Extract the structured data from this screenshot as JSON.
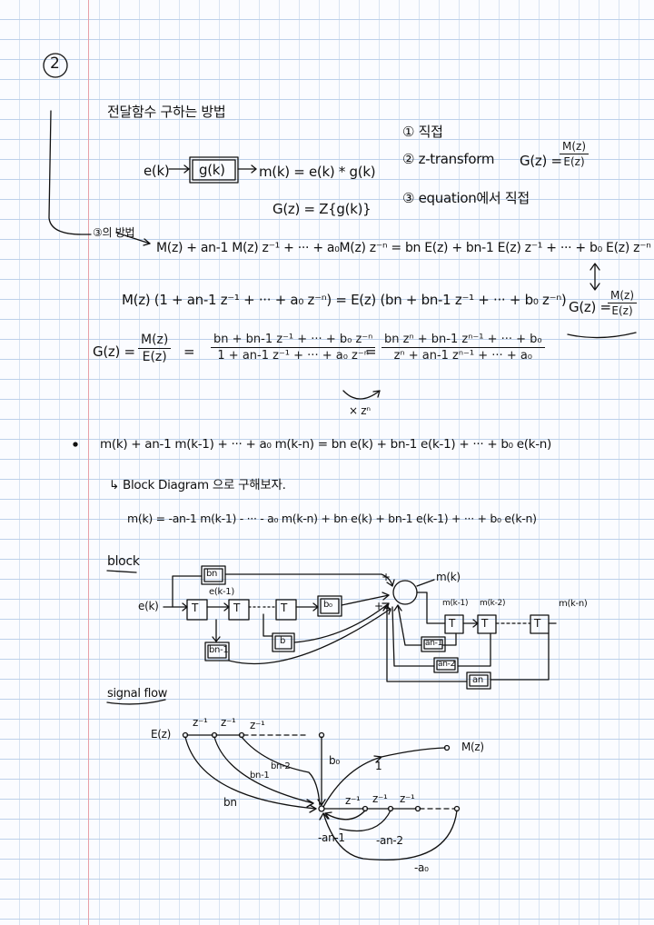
{
  "page": {
    "circle_number": "2",
    "title": "전달함수 구하는 방법"
  },
  "methods": {
    "m1": "① 직접",
    "m2": "② z-transform",
    "m2_eq_lhs": "G(z) =",
    "m2_num": "M(z)",
    "m2_den": "E(z)",
    "m3": "③ equation에서 직접"
  },
  "first_block": {
    "input": "e(k)",
    "box": "g(k)",
    "output_eq": "m(k) = e(k) * g(k)",
    "g_eq": "G(z) = Z{g(k)}"
  },
  "method3": {
    "label": "③의 방법",
    "eq1": "M(z) + an-1 M(z) z⁻¹ + ··· + a₀M(z) z⁻ⁿ = bn E(z) + bn-1 E(z) z⁻¹ + ··· + b₀ E(z) z⁻ⁿ",
    "eq2": "M(z) (1 + an-1 z⁻¹ + ··· + a₀ z⁻ⁿ) = E(z) (bn + bn-1 z⁻¹ + ··· + b₀ z⁻ⁿ)",
    "side_lhs": "G(z) =",
    "side_num": "M(z)",
    "side_den": "E(z)",
    "eq3_lhs": "G(z) =",
    "eq3_f1_num": "M(z)",
    "eq3_f1_den": "E(z)",
    "eq3_eq": "=",
    "eq3_f2_num": "bn + bn-1 z⁻¹ + ··· + b₀ z⁻ⁿ",
    "eq3_f2_den": "1 + an-1 z⁻¹ + ··· + a₀ z⁻ⁿ",
    "eq3_eq2": "=",
    "eq3_f3_num": "bn zⁿ + bn-1 zⁿ⁻¹ + ··· + b₀",
    "eq3_f3_den": "zⁿ + an-1 zⁿ⁻¹ + ··· + a₀",
    "times_zn": "× zⁿ"
  },
  "difference": {
    "eq": "m(k) + an-1 m(k-1) + ··· + a₀ m(k-n) = bn e(k) + bn-1 e(k-1) + ··· + b₀ e(k-n)",
    "arrow_note": "↳  Block Diagram 으로 구해보자.",
    "eq_solved": "m(k) = -an-1 m(k-1) - ··· - a₀ m(k-n) + bn e(k) + bn-1 e(k-1) + ··· + b₀ e(k-n)"
  },
  "block": {
    "heading": "block",
    "input": "e(k)",
    "e_delayed": "e(k-1)",
    "gain_bn": "bn",
    "gain_bn1": "bn-1",
    "gain_b": "b",
    "gain_b0": "b₀",
    "delay": "T",
    "output": "m(k)",
    "m1": "m(k-1)",
    "m2": "m(k-2)",
    "mn": "m(k-n)",
    "gain_an1": "an-1",
    "gain_an2": "an-2",
    "gain_an": "an",
    "plus": "+"
  },
  "signal_flow": {
    "heading": "signal flow",
    "input": "E(z)",
    "output": "M(z)",
    "z_inv": "z⁻¹",
    "b0": "b₀",
    "bn": "bn",
    "bn1": "bn-1",
    "bn2": "bn-2",
    "one": "1",
    "neg_an1": "-an-1",
    "neg_an2": "-an-2",
    "neg_a0": "-a₀"
  }
}
